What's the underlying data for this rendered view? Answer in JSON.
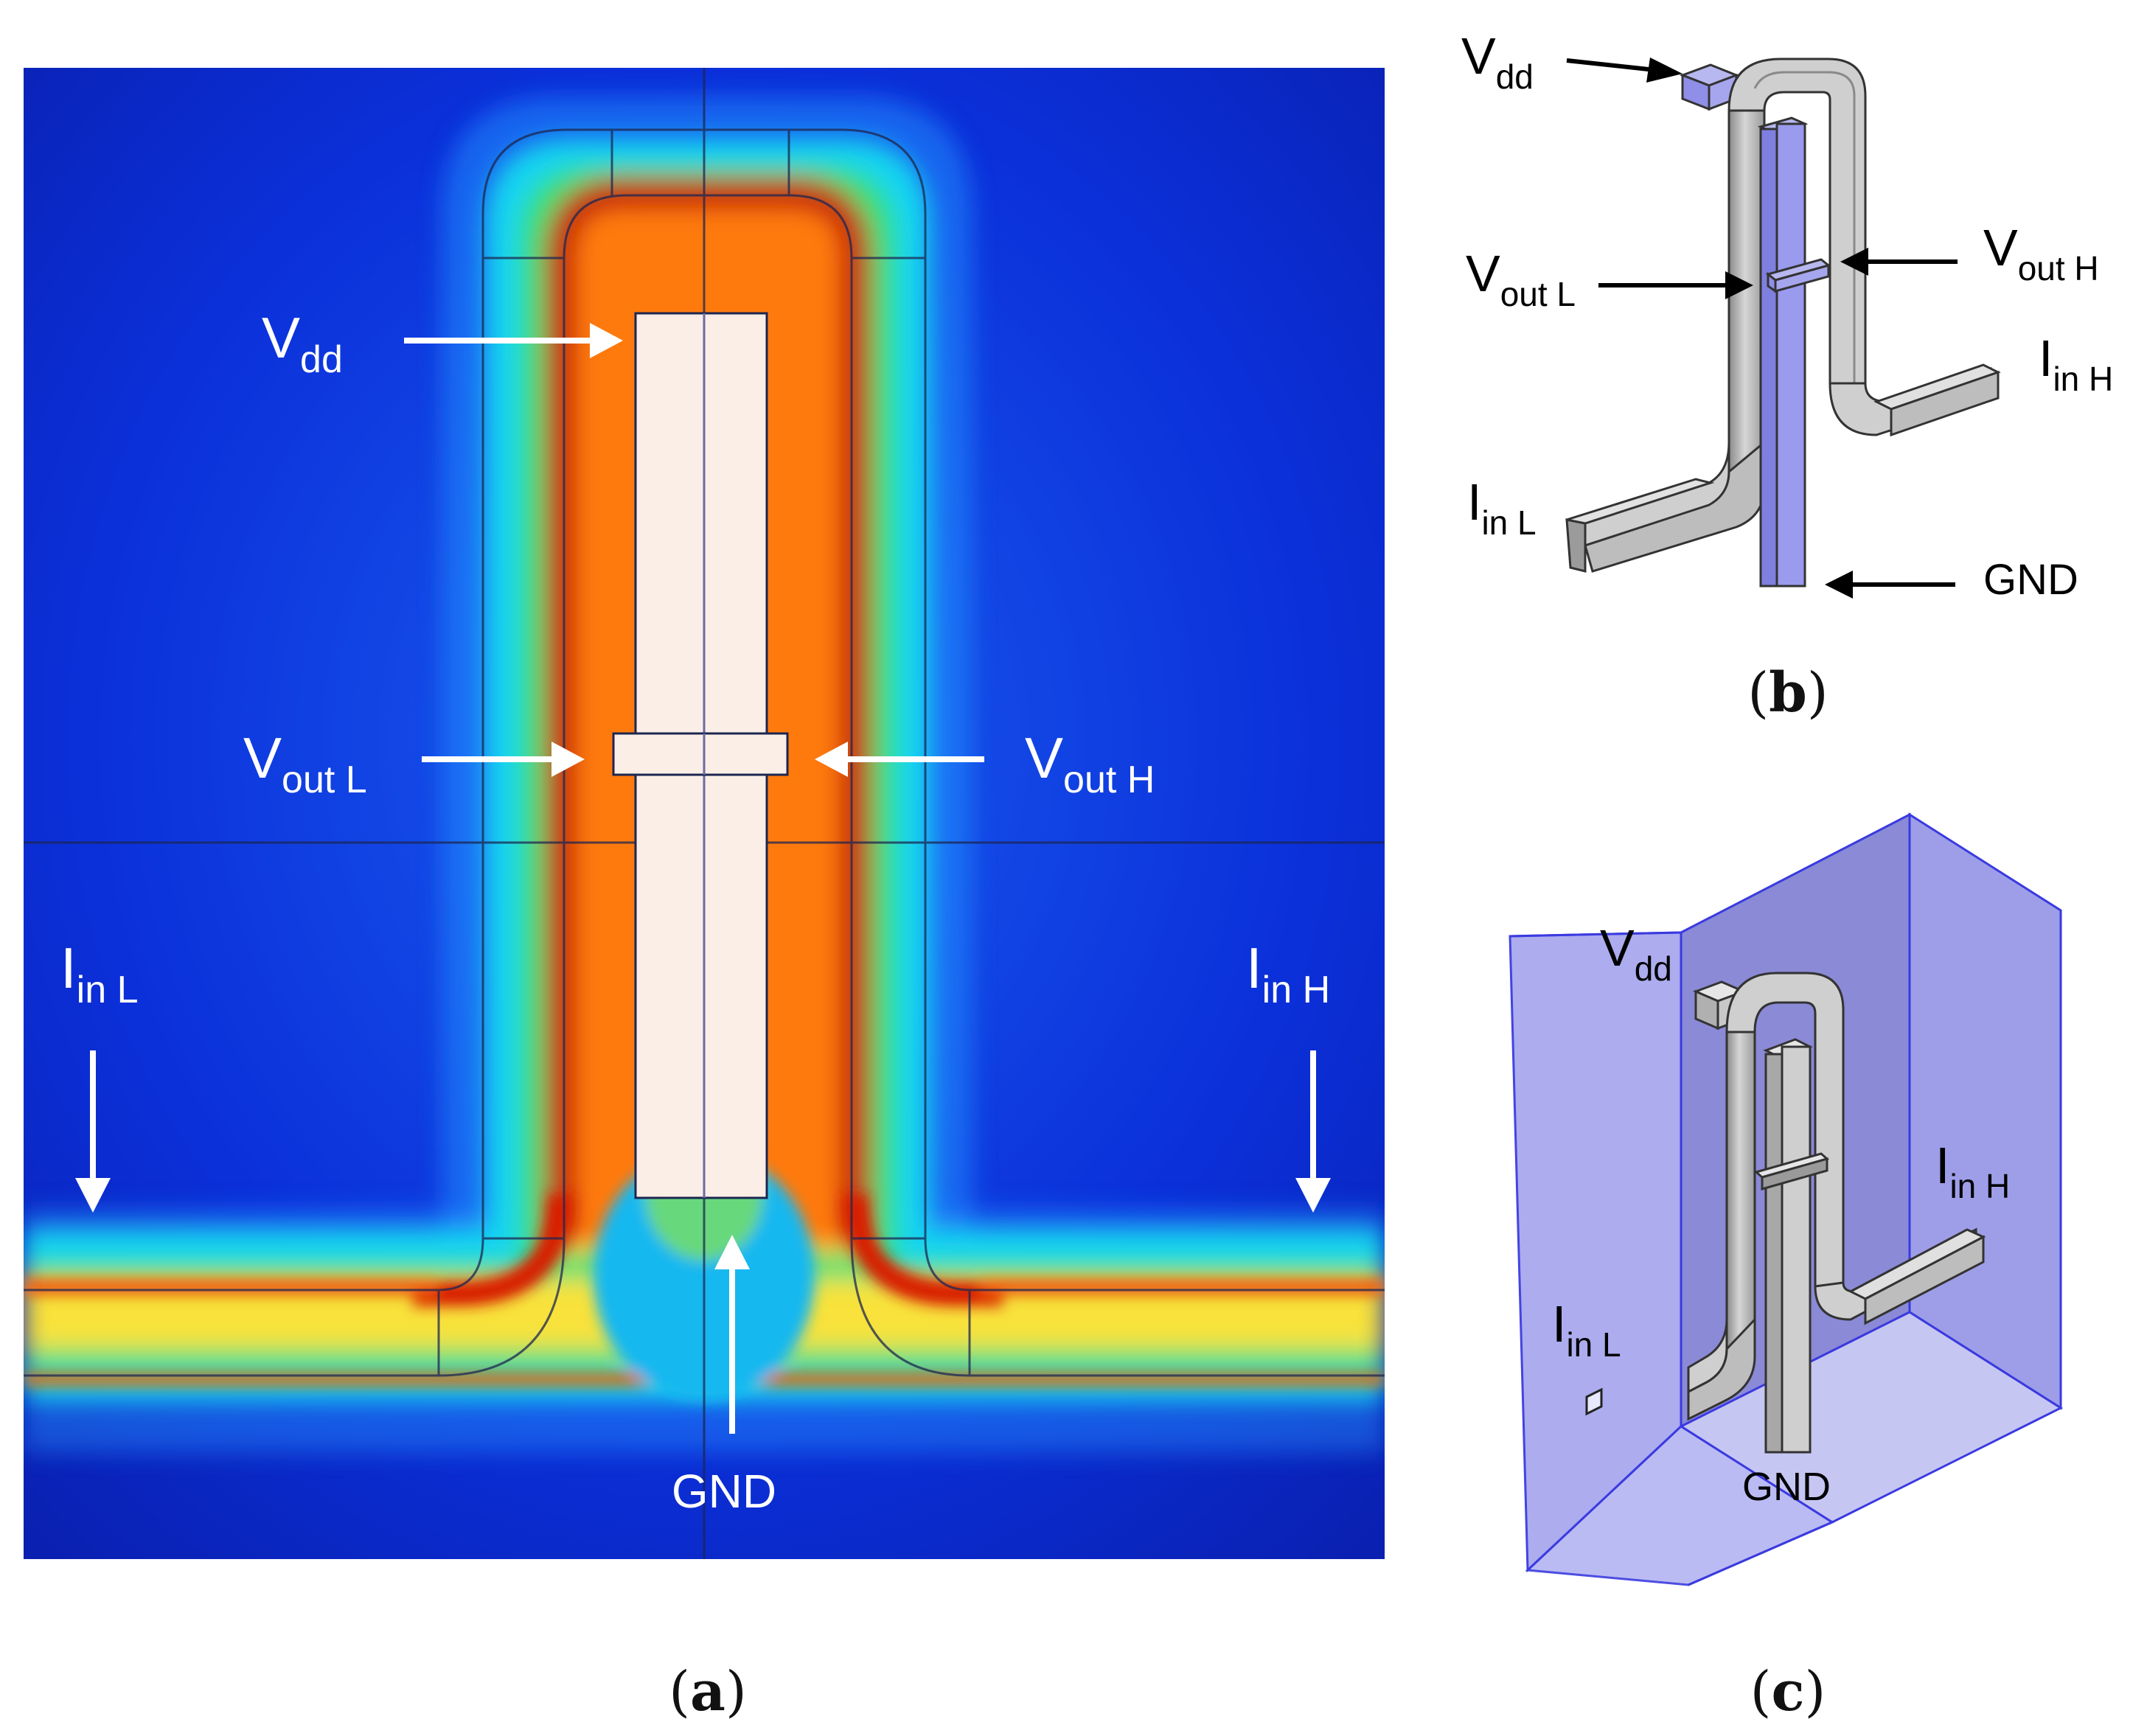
{
  "panel_a": {
    "label_vdd": {
      "main": "V",
      "sub": "dd"
    },
    "label_vout_l": {
      "main": "V",
      "sub": "out L"
    },
    "label_vout_h": {
      "main": "V",
      "sub": "out H"
    },
    "label_iin_l": {
      "main": "I",
      "sub": "in L"
    },
    "label_iin_h": {
      "main": "I",
      "sub": "in H"
    },
    "label_gnd": "GND",
    "caption": {
      "open": "(",
      "letter": "a",
      "close": ")"
    }
  },
  "panel_b": {
    "label_vdd": {
      "main": "V",
      "sub": "dd"
    },
    "label_vout_l": {
      "main": "V",
      "sub": "out L"
    },
    "label_vout_h": {
      "main": "V",
      "sub": "out H"
    },
    "label_iin_l": {
      "main": "I",
      "sub": "in L"
    },
    "label_iin_h": {
      "main": "I",
      "sub": "in H"
    },
    "label_gnd": "GND",
    "caption": {
      "open": "(",
      "letter": "b",
      "close": ")"
    }
  },
  "panel_c": {
    "label_vdd": {
      "main": "V",
      "sub": "dd"
    },
    "label_iin_l": {
      "main": "I",
      "sub": "in L"
    },
    "label_iin_h": {
      "main": "I",
      "sub": "in H"
    },
    "label_gnd": "GND",
    "caption": {
      "open": "(",
      "letter": "c",
      "close": ")"
    }
  },
  "colors": {
    "field_background": "#0a2fd6",
    "field_hot": "#b01000",
    "electrode_fill": "#fbeee6",
    "substrate_blue": "#8e8ee8",
    "electrode_grey": "#bdbdbd"
  }
}
